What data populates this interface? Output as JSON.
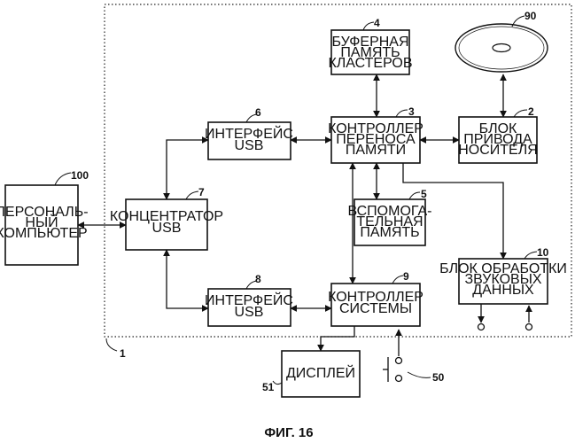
{
  "figure": {
    "caption": "ФИГ. 16"
  },
  "blocks": {
    "pc": {
      "lines": [
        "ПЕРСОНАЛЬ-",
        "НЫЙ",
        "КОМПЬЮТЕР"
      ],
      "ref": "100"
    },
    "hub": {
      "lines": [
        "КОНЦЕНТРАТОР",
        "USB"
      ],
      "ref": "7"
    },
    "usb_top": {
      "lines": [
        "ИНТЕРФЕЙС",
        "USB"
      ],
      "ref": "6"
    },
    "usb_bot": {
      "lines": [
        "ИНТЕРФЕЙС",
        "USB"
      ],
      "ref": "8"
    },
    "buffer": {
      "lines": [
        "БУФЕРНАЯ",
        "ПАМЯТЬ",
        "КЛАСТЕРОВ"
      ],
      "ref": "4"
    },
    "mtc": {
      "lines": [
        "КОНТРОЛЛЕР",
        "ПЕРЕНОСА",
        "ПАМЯТИ"
      ],
      "ref": "3"
    },
    "aux": {
      "lines": [
        "ВСПОМОГА-",
        "ТЕЛЬНАЯ",
        "ПАМЯТЬ"
      ],
      "ref": "5"
    },
    "sysctl": {
      "lines": [
        "КОНТРОЛЛЕР",
        "СИСТЕМЫ"
      ],
      "ref": "9"
    },
    "drive": {
      "lines": [
        "БЛОК",
        "ПРИВОДА",
        "НОСИТЕЛЯ"
      ],
      "ref": "2"
    },
    "audio": {
      "lines": [
        "БЛОК ОБРАБОТКИ",
        "ЗВУКОВЫХ",
        "ДАННЫХ"
      ],
      "ref": "10"
    },
    "display": {
      "lines": [
        "ДИСПЛЕЙ"
      ],
      "ref": "51"
    }
  },
  "disc": {
    "ref": "90"
  },
  "switch": {
    "ref": "50"
  },
  "device": {
    "ref": "1"
  }
}
